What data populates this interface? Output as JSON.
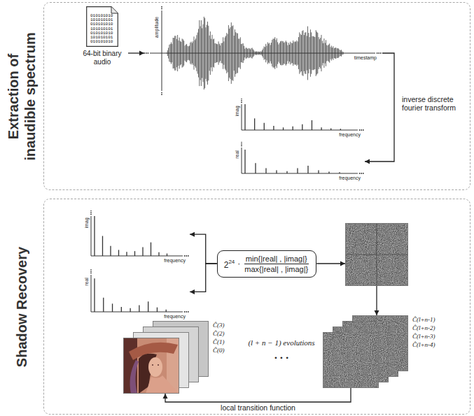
{
  "diagram": {
    "nodes": [
      {
        "text": [
          "Extraction of inaudible spectrum"
        ]
      },
      {
        "text": [
          "010101010 101010101 010101010 101010101 010101010 101010101 010101010",
          "64-bit binary audio"
        ],
        "in": 0
      },
      {
        "text": [
          "amplitude",
          "timestamp"
        ],
        "in": 0
      },
      {
        "text": [
          "imag",
          "frequency"
        ],
        "in": 0
      },
      {
        "text": [
          "real",
          "frequency"
        ],
        "in": 0
      },
      {
        "text": [
          "Shadow Recovery"
        ]
      },
      {
        "text": [
          "imag",
          "frequency"
        ],
        "in": 5
      },
      {
        "text": [
          "real",
          "frequency"
        ],
        "in": 5
      },
      {
        "text": [
          "2",
          "24",
          "·",
          "min{|real| , |imag|}",
          "max{|real| , |imag|}"
        ],
        "in": 5
      },
      {
        "text": [],
        "in": 5
      },
      {
        "text": [
          "Ĉ(l+n-1)",
          "Ĉ(l+n-2)",
          "Ĉ(l+n-3)",
          "Ĉ(l+n-4)"
        ],
        "in": 5
      },
      {
        "text": [
          "Ĉ(3)",
          "Ĉ(2)",
          "Ĉ(1)",
          "Ĉ(0)"
        ],
        "in": 5
      }
    ],
    "edges": [
      {
        "from": 1,
        "to": 2,
        "arrow": "to"
      },
      {
        "from": 2,
        "to": 4,
        "arrow": "to",
        "label": "inverse discrete fourier transform"
      },
      {
        "from": 8,
        "to": 6,
        "arrow": "to"
      },
      {
        "from": 8,
        "to": 7,
        "arrow": "to"
      },
      {
        "from": 8,
        "to": 9,
        "arrow": "to"
      },
      {
        "from": 9,
        "to": 10,
        "arrow": "to"
      },
      {
        "from": 10,
        "to": 11,
        "arrow": "to",
        "label": "local transition function"
      }
    ],
    "labels": [
      "(l + n − 1) evolutions",
      "• • •"
    ]
  }
}
